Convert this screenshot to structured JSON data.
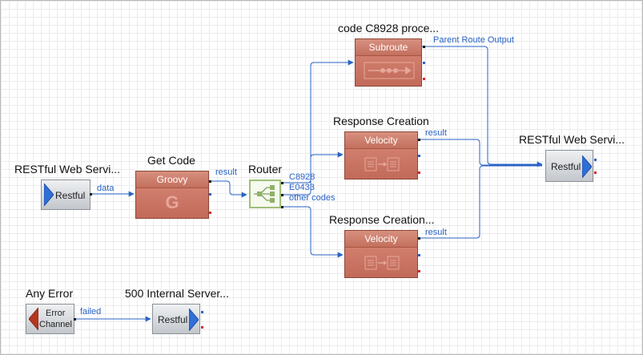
{
  "nodes": {
    "restful_in": {
      "title": "RESTful Web Servi...",
      "label": "Restful"
    },
    "get_code": {
      "title": "Get Code",
      "label": "Groovy",
      "glyph": "G"
    },
    "router": {
      "title": "Router"
    },
    "subroute": {
      "title": "code C8928 proce...",
      "label": "Subroute"
    },
    "response_creation": {
      "title": "Response Creation",
      "label": "Velocity"
    },
    "response_creation_2": {
      "title": "Response Creation...",
      "label": "Velocity"
    },
    "restful_out": {
      "title": "RESTful Web Servi...",
      "label": "Restful"
    },
    "any_error": {
      "title": "Any Error",
      "label_line1": "Error",
      "label_line2": "Channel"
    },
    "error_500": {
      "title": "500 Internal Server...",
      "label": "Restful"
    }
  },
  "connections": {
    "data": "data",
    "result_groovy": "result",
    "route_c8928": "C8928",
    "route_e0433": "E0433",
    "route_other": "other codes",
    "parent_route_output": "Parent Route Output",
    "result_velocity_1": "result",
    "result_velocity_2": "result",
    "failed": "failed"
  },
  "colors": {
    "wire": "#2a63c4",
    "processor": "#c8705f",
    "endpoint": "#cfd3d8",
    "router": "#8fb06a",
    "arrow_blue": "#2f6fd6",
    "arrow_red": "#b5361f"
  }
}
